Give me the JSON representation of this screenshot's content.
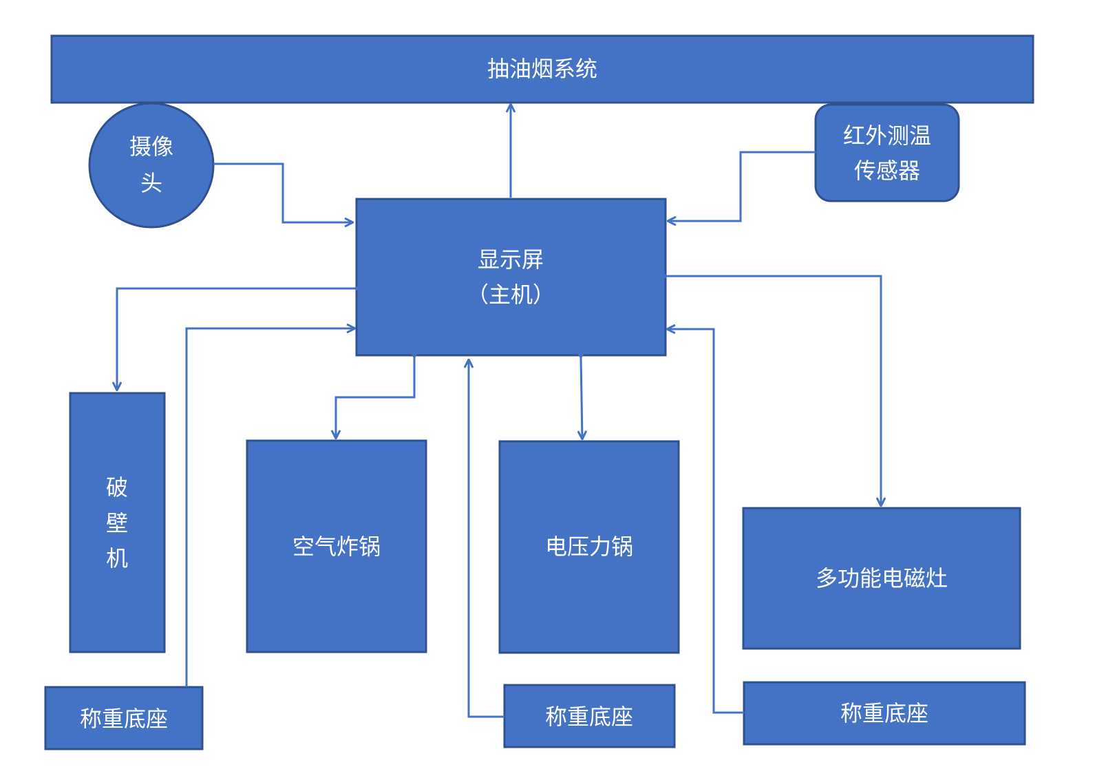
{
  "nodes": {
    "hood": "抽油烟系统",
    "camera_line1": "摄像",
    "camera_line2": "头",
    "ir_line1": "红外测温",
    "ir_line2": "传感器",
    "display_line1": "显示屏",
    "display_line2": "（主机）",
    "blender_char1": "破",
    "blender_char2": "壁",
    "blender_char3": "机",
    "air_fryer": "空气炸锅",
    "pressure_cooker": "电压力锅",
    "induction_cooker": "多功能电磁灶",
    "scale_base_left": "称重底座",
    "scale_base_middle": "称重底座",
    "scale_base_right": "称重底座"
  },
  "colors": {
    "node_fill": "#4472c4",
    "node_border": "#2f528f",
    "connector": "#4472c4",
    "label_text": "#ffffff"
  }
}
